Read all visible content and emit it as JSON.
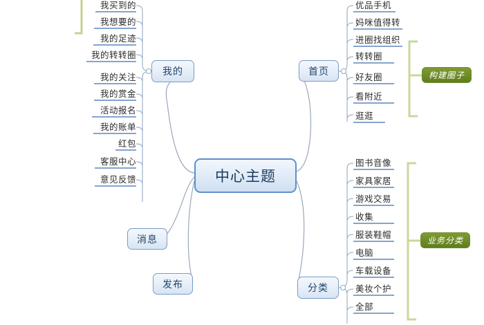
{
  "mindmap": {
    "central": {
      "label": "中心主题"
    },
    "branches": [
      {
        "id": "mine",
        "label": "我的",
        "side": "left",
        "children": [
          {
            "label": "我买到的"
          },
          {
            "label": "我想要的"
          },
          {
            "label": "我的足迹"
          },
          {
            "label": "我的转转圈"
          },
          {
            "label": "我的关注"
          },
          {
            "label": "我的赏金"
          },
          {
            "label": "活动报名"
          },
          {
            "label": "我的账单"
          },
          {
            "label": "红包"
          },
          {
            "label": "客服中心"
          },
          {
            "label": "意见反馈"
          }
        ]
      },
      {
        "id": "message",
        "label": "消息",
        "side": "left",
        "children": []
      },
      {
        "id": "publish",
        "label": "发布",
        "side": "left",
        "children": []
      },
      {
        "id": "home",
        "label": "首页",
        "side": "right",
        "children": [
          {
            "label": "优品手机"
          },
          {
            "label": "妈咪值得转"
          },
          {
            "label": "进圈找组织"
          },
          {
            "label": "转转圈"
          },
          {
            "label": "好友圈"
          },
          {
            "label": "看附近"
          },
          {
            "label": "逛逛"
          }
        ]
      },
      {
        "id": "category",
        "label": "分类",
        "side": "right",
        "children": [
          {
            "label": "图书音像"
          },
          {
            "label": "家具家居"
          },
          {
            "label": "游戏交易"
          },
          {
            "label": "收集"
          },
          {
            "label": "服装鞋帽"
          },
          {
            "label": "电脑"
          },
          {
            "label": "车载设备"
          },
          {
            "label": "美妆个护"
          },
          {
            "label": "全部"
          }
        ]
      }
    ],
    "summaries": [
      {
        "id": "build-circle",
        "label": "构建圈子"
      },
      {
        "id": "business-category",
        "label": "业务分类"
      }
    ],
    "colors": {
      "node_border": "#5b8fc9",
      "node_fill": "#dfeaf7",
      "leaf_underline": "#5b86c0",
      "connector": "#9aa8b8",
      "summary_green": "#6f8c28",
      "summary_bracket": "#c9d89a"
    }
  }
}
